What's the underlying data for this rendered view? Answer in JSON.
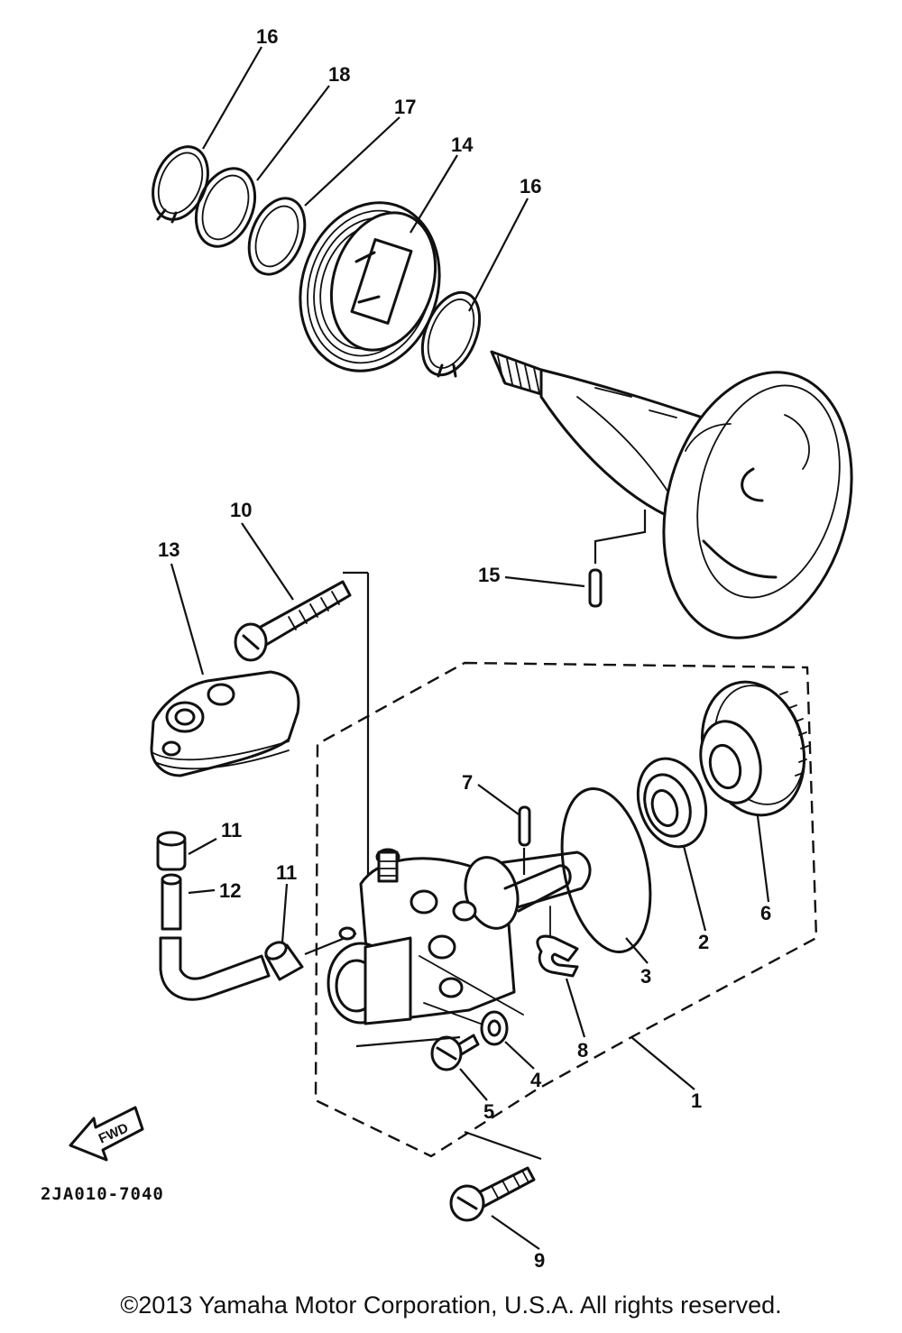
{
  "callouts": {
    "p1": "1",
    "p2": "2",
    "p3": "3",
    "p4": "4",
    "p5": "5",
    "p6": "6",
    "p7": "7",
    "p8": "8",
    "p9": "9",
    "p10": "10",
    "p11a": "11",
    "p11b": "11",
    "p12": "12",
    "p13": "13",
    "p14": "14",
    "p15": "15",
    "p16a": "16",
    "p16b": "16",
    "p17": "17",
    "p18": "18"
  },
  "fwd_label": "FWD",
  "diagram_code": "2JA010-7040",
  "copyright": "©2013 Yamaha Motor Corporation, U.S.A. All rights reserved."
}
